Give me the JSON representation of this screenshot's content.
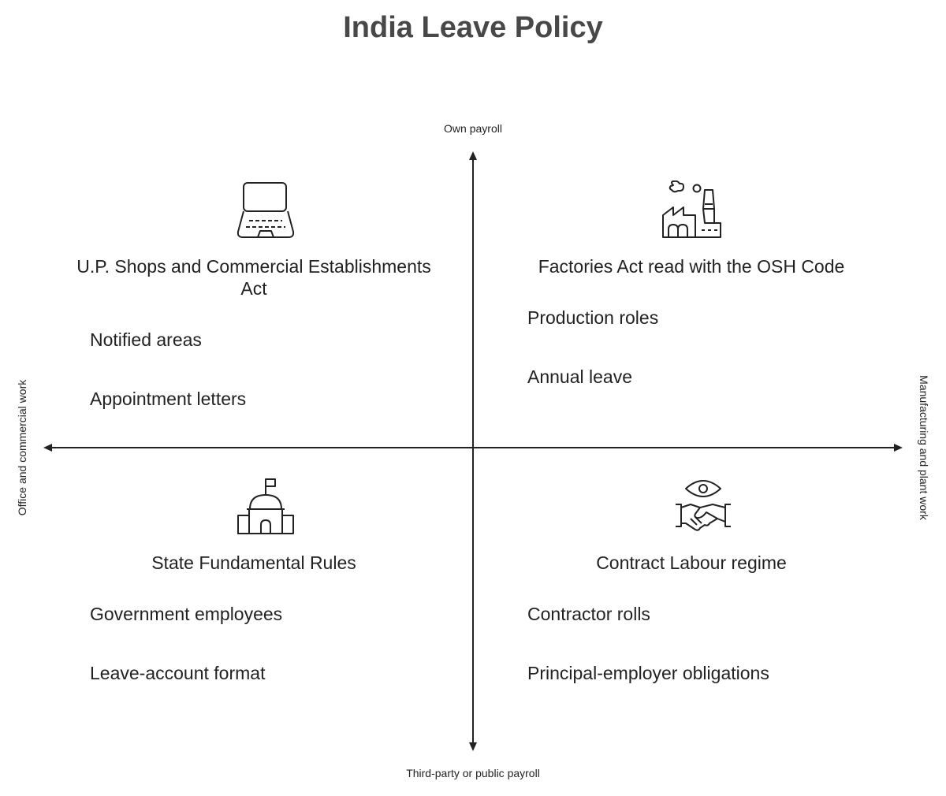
{
  "title": "India Leave Policy",
  "axes": {
    "top": "Own payroll",
    "bottom": "Third-party or public payroll",
    "left": "Office and commercial work",
    "right": "Manufacturing and plant work"
  },
  "quadrants": {
    "top_left": {
      "icon": "laptop-icon",
      "title": "U.P. Shops and Commercial Establishments Act",
      "items": [
        "Notified areas",
        "Appointment letters"
      ]
    },
    "top_right": {
      "icon": "factory-icon",
      "title": "Factories Act read with the OSH Code",
      "items": [
        "Production roles",
        "Annual leave"
      ]
    },
    "bottom_left": {
      "icon": "government-building-icon",
      "title": "State Fundamental Rules",
      "items": [
        "Government employees",
        "Leave-account format"
      ]
    },
    "bottom_right": {
      "icon": "handshake-eye-icon",
      "title": "Contract Labour regime",
      "items": [
        "Contractor rolls",
        "Principal-employer obligations"
      ]
    }
  }
}
